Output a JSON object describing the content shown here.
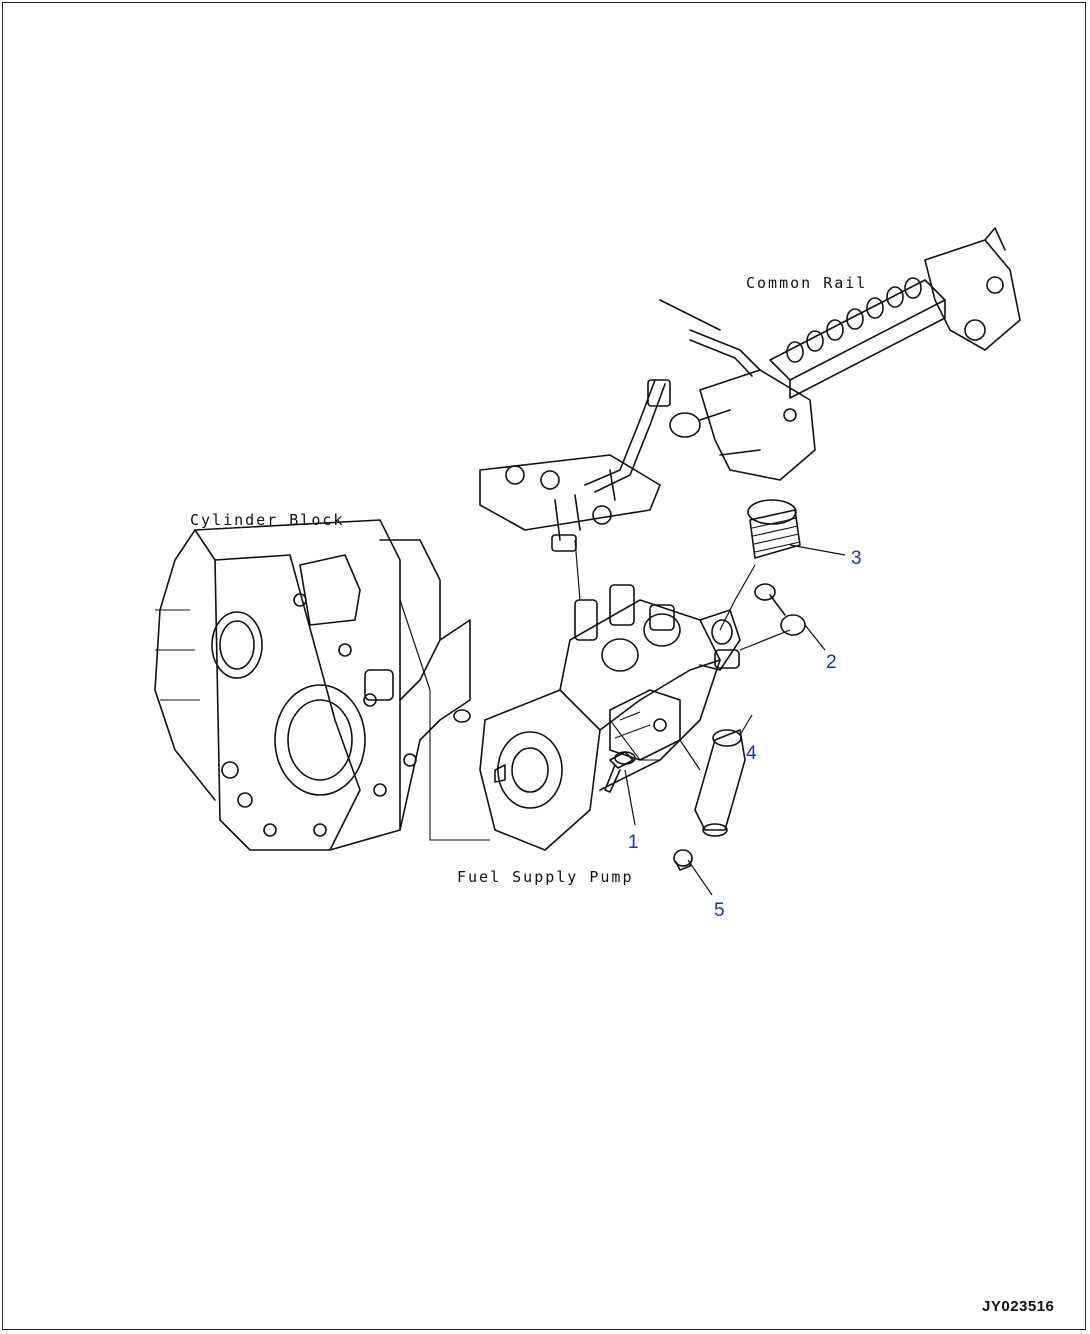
{
  "labels": {
    "common_rail": "Common Rail",
    "cylinder_block": "Cylinder Block",
    "fuel_supply_pump": "Fuel Supply Pump"
  },
  "callouts": [
    "1",
    "2",
    "3",
    "4",
    "5"
  ],
  "drawing_code": "JY023516",
  "colors": {
    "line": "#111111",
    "callout_number": "#1a2fd0",
    "background": "#ffffff"
  }
}
